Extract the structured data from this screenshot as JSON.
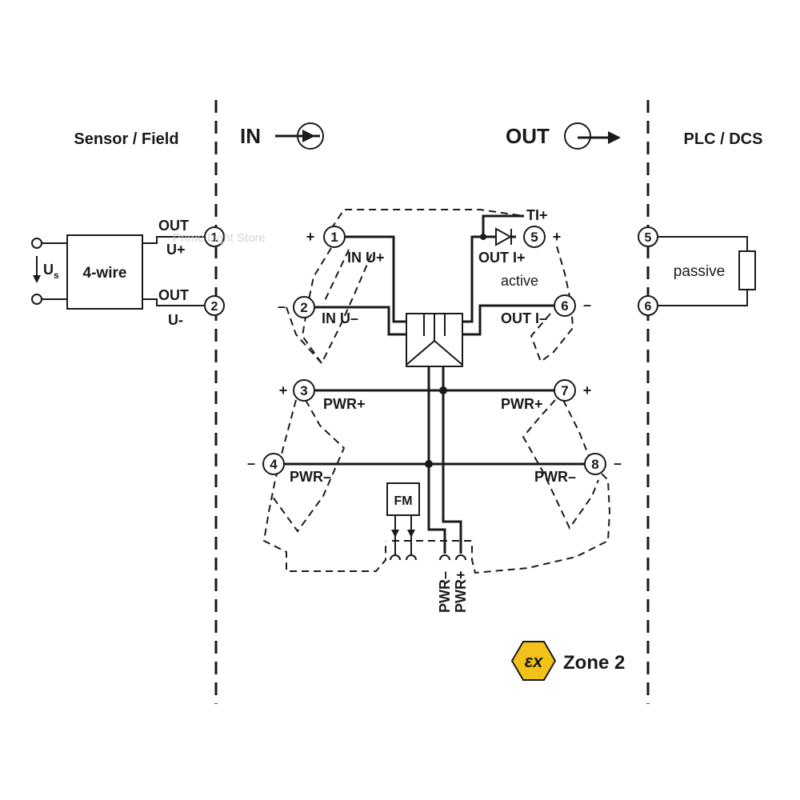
{
  "headers": {
    "sensor_field": "Sensor / Field",
    "in": "IN",
    "out": "OUT",
    "plc_dcs": "PLC / DCS"
  },
  "field_device": {
    "supply_label": "U",
    "supply_subscript": "s",
    "device_label": "4-wire",
    "out_plus_line1": "OUT",
    "out_plus_line2": "U+",
    "out_minus_line1": "OUT",
    "out_minus_line2": "U-"
  },
  "terminals": {
    "t1": "1",
    "t2": "2",
    "t3": "3",
    "t4": "4",
    "t5": "5",
    "t6": "6",
    "t7": "7",
    "t8": "8",
    "plc_t5": "5",
    "plc_t6": "6"
  },
  "polarity": {
    "t1": "+",
    "t2": "–",
    "t3": "+",
    "t4": "–",
    "t5": "+",
    "t6": "–",
    "t7": "+",
    "t8": "–"
  },
  "labels": {
    "in_u_plus": "IN U+",
    "in_u_minus": "IN U–",
    "pwr_plus_left": "PWR+",
    "pwr_minus_left": "PWR–",
    "ti_plus": "TI+",
    "out_i_plus": "OUT I+",
    "active": "active",
    "out_i_minus": "OUT I–",
    "pwr_plus_right": "PWR+",
    "pwr_minus_right": "PWR–",
    "fm": "FM",
    "bus_pwr_minus": "PWR–",
    "bus_pwr_plus": "PWR+"
  },
  "plc": {
    "load_label": "passive"
  },
  "ex_zone": {
    "symbol": "εx",
    "label": "Zone 2"
  },
  "watermark": "Prime Light Store"
}
